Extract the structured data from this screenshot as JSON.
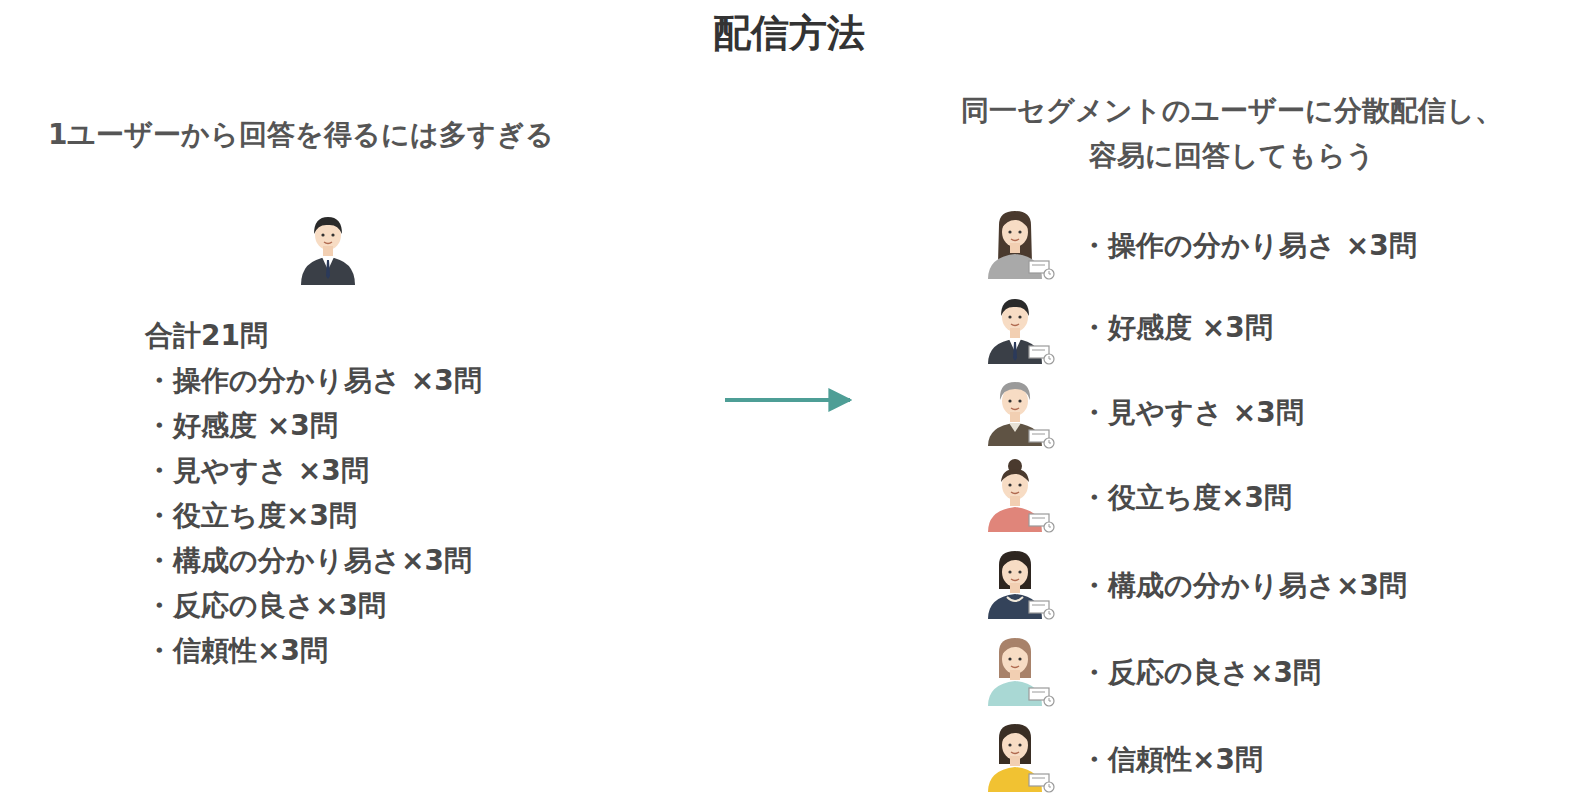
{
  "diagram": {
    "title": "配信方法",
    "nodes": [
      {
        "text": [
          "1ユーザーから回答を得るには多すぎる",
          "合計21問",
          "・操作の分かり易さ ×3問",
          "・好感度 ×3問",
          "・見やすさ ×3問",
          "・役立ち度×3問",
          "・構成の分かり易さ×3問",
          "・反応の良さ×3問",
          "・信頼性×3問"
        ]
      },
      {
        "text": [
          "同一セグメントのユーザーに分散配信し、 容易に回答してもらう",
          "・操作の分かり易さ ×3問",
          "・好感度 ×3問",
          "・見やすさ ×3問",
          "・役立ち度×3問",
          "・構成の分かり易さ×3問",
          "・反応の良さ×3問",
          "・信頼性×3問"
        ]
      }
    ],
    "edges": [
      {
        "from": 0,
        "to": 1,
        "arrow": "to"
      }
    ]
  }
}
